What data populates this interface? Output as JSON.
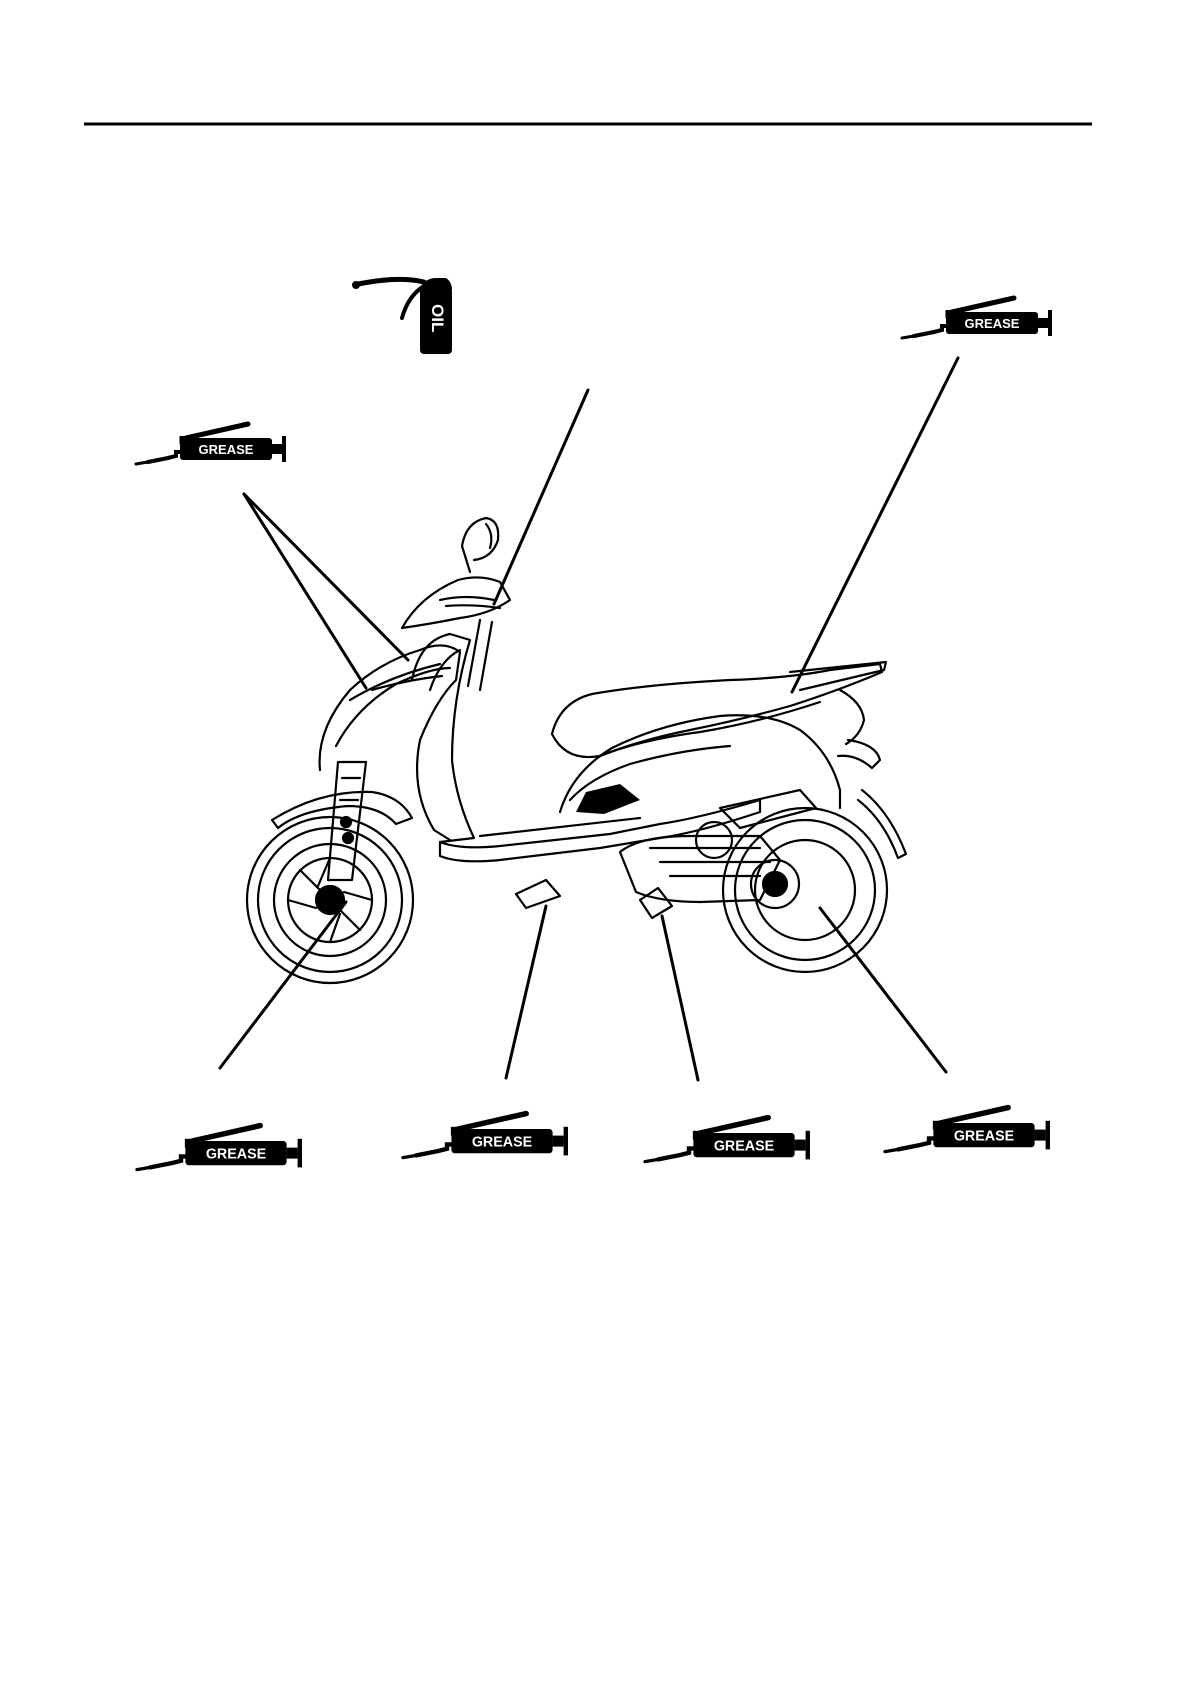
{
  "diagram": {
    "subject": "scooter-side-view-lubrication-points",
    "colors": {
      "ink": "#000000",
      "paper": "#ffffff"
    },
    "lubricants": {
      "oil": {
        "label": "OIL",
        "icon": "oil-can-icon"
      },
      "grease": {
        "label": "GREASE",
        "icon": "grease-gun-icon"
      }
    },
    "callouts": [
      {
        "id": "throttle-grip",
        "lubricant": "OIL"
      },
      {
        "id": "seat-hinge",
        "lubricant": "GREASE"
      },
      {
        "id": "front-brake-lever-pivots",
        "lubricant": "GREASE"
      },
      {
        "id": "front-wheel-bearing",
        "lubricant": "GREASE"
      },
      {
        "id": "side-stand-pivot",
        "lubricant": "GREASE"
      },
      {
        "id": "center-stand-pivot",
        "lubricant": "GREASE"
      },
      {
        "id": "rear-brake-cam",
        "lubricant": "GREASE"
      }
    ]
  }
}
